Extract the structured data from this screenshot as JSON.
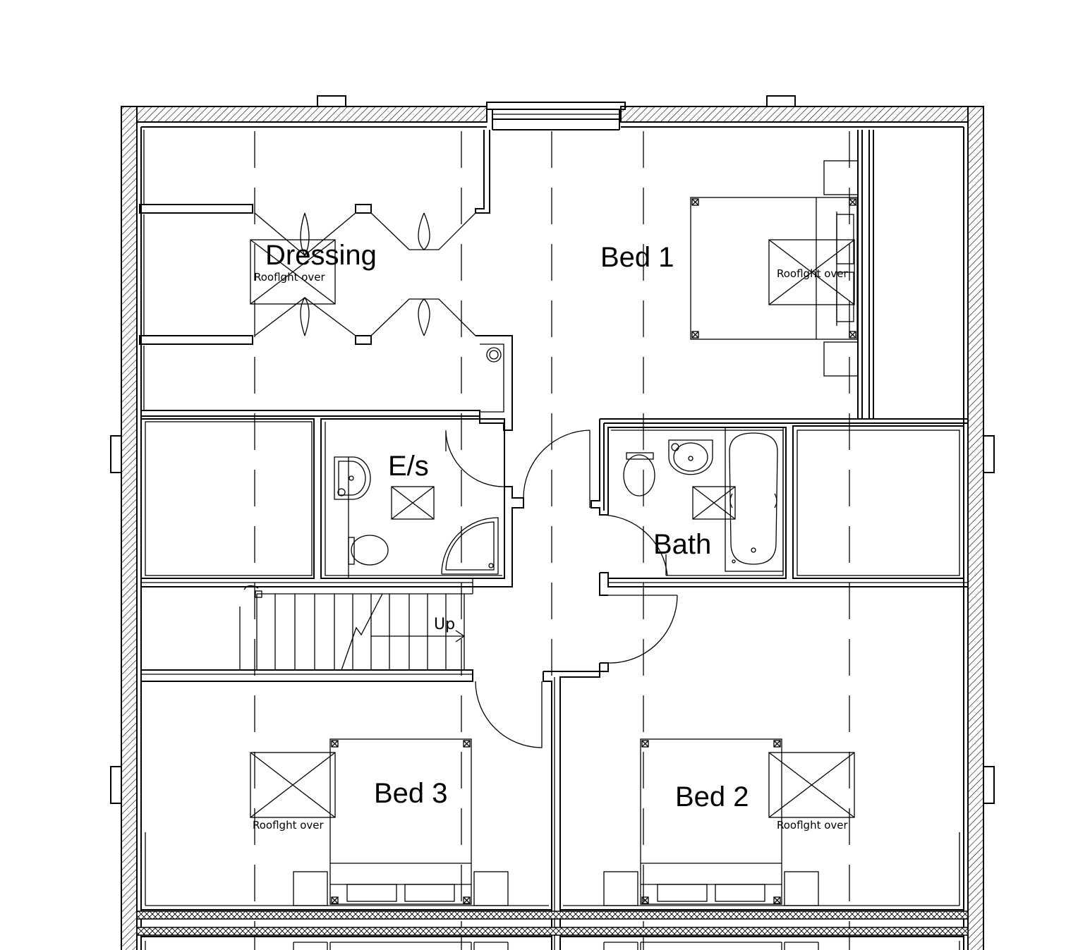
{
  "plan": {
    "rooms": {
      "dressing": "Dressing",
      "bed1": "Bed 1",
      "ensuite": "E/s",
      "bath": "Bath",
      "bed3": "Bed 3",
      "bed2": "Bed 2"
    },
    "rooflight_note": "Rooflght over",
    "stair_direction": "Up"
  }
}
